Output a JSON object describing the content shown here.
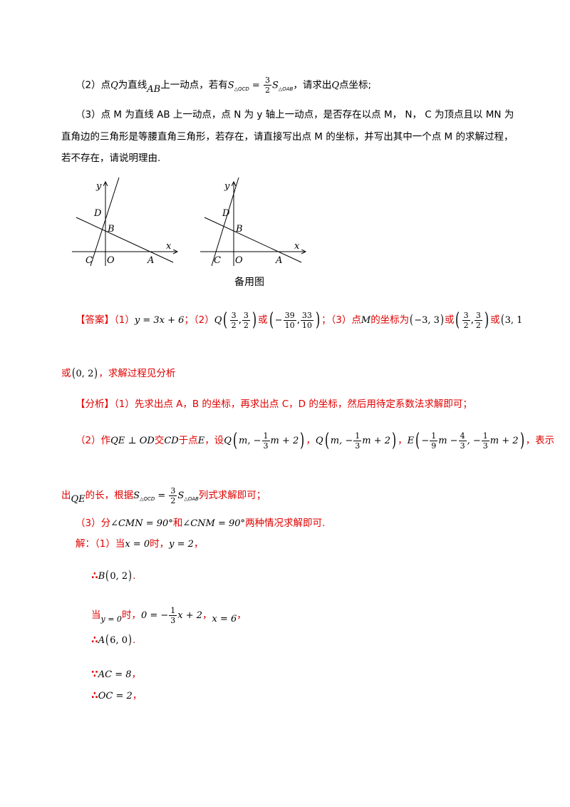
{
  "q2": {
    "num": "（2）",
    "t1": "点",
    "q": "Q",
    "t2": "为直线",
    "ab": "AB",
    "t3": "上一动点，若有",
    "s1": "S",
    "s1sub": "△QCD",
    "eq": " = ",
    "f_num": "3",
    "f_den": "2",
    "s2": "S",
    "s2sub": "△OAB",
    "t4": "，请求出",
    "q2": "Q",
    "t5": "点坐标;"
  },
  "q3": {
    "line1": "（3）点 M 为直线 AB 上一动点，点 N 为 y 轴上一动点，是否存在以点 M，  N，  C 为顶点且以 MN 为",
    "line2": "直角边的三角形是等腰直角三角形，若存在，请直接写出点 M 的坐标，并写出其中一个点 M 的求解过程，",
    "line3": "若不存在，请说明理由."
  },
  "figures": {
    "labels": {
      "y": "y",
      "x": "x",
      "D": "D",
      "B": "B",
      "C": "C",
      "O": "O",
      "A": "A"
    },
    "caption": "备用图"
  },
  "answer": {
    "tag": "【答案】",
    "p1": "（1）",
    "eq1": "y = 3x + 6",
    "sep1": "；",
    "p2": "（2）",
    "Q": "Q",
    "q_a_num": "3",
    "q_a_den": "2",
    "q_b_num": "3",
    "q_b_den": "2",
    "or1": "或",
    "neg": "−",
    "r_a_num": "39",
    "r_a_den": "10",
    "r_b_num": "33",
    "r_b_den": "10",
    "sep2": "；",
    "p3": "（3）点",
    "M": "M",
    "p3b": "的坐标为",
    "m1": "−3, 3",
    "or2": "或",
    "m2a_num": "3",
    "m2a_den": "2",
    "m2b_num": "3",
    "m2b_den": "2",
    "or3": "或",
    "m3": "3, 1",
    "or4": "或",
    "m4": "0, 2",
    "tail": "，求解过程见分析"
  },
  "analysis": {
    "tag": "【分析】",
    "l1": "（1）先求出点 A，B 的坐标，再求出点 C，D 的坐标，然后用待定系数法求解即可；",
    "l2a": "（2）作",
    "qe": "QE ⊥ OD",
    "l2b": "交",
    "cd": "CD",
    "l2c": "于点",
    "e": "E",
    "l2d": "，设",
    "Q": "Q",
    "m": "m, −",
    "f13n": "1",
    "f13d": "3",
    "m2": "m + 2",
    "comma": "，",
    "E": "E",
    "e_n1": "1",
    "e_d1": "9",
    "e_mid": "m −",
    "e_n2": "4",
    "e_d2": "3",
    "e_m3": ", −",
    "e_n3": "1",
    "e_d3": "3",
    "e_end": "m + 2",
    "l2e": "，表示",
    "l3a": "出",
    "qe2": "QE",
    "l3b": "的长，根据",
    "l3c": "列式求解即可；",
    "l4a": "（3）分",
    "ang1": "∠CMN = 90°",
    "l4b": "和",
    "ang2": "∠CNM = 90°",
    "l4c": "两种情况求解即可."
  },
  "solution": {
    "s1a": "解：（1）当",
    "s1m": "x = 0",
    "s1b": "时，",
    "s1c": "y = 2",
    "s1d": "，",
    "therefore": "∴",
    "because": "∵",
    "B": "B",
    "bcoord": "0, 2",
    "dot": ".",
    "s3a": "当",
    "s3m": "y = 0",
    "s3b": "时，",
    "s3c": "0 = −",
    "s3fn": "1",
    "s3fd": "3",
    "s3d": "x + 2",
    "s3e": "，",
    "s3f": "x = 6",
    "s3g": "，",
    "A": "A",
    "acoord": "6, 0",
    "ac": "AC = 8",
    "oc": "OC = 2",
    "comma": "，"
  }
}
